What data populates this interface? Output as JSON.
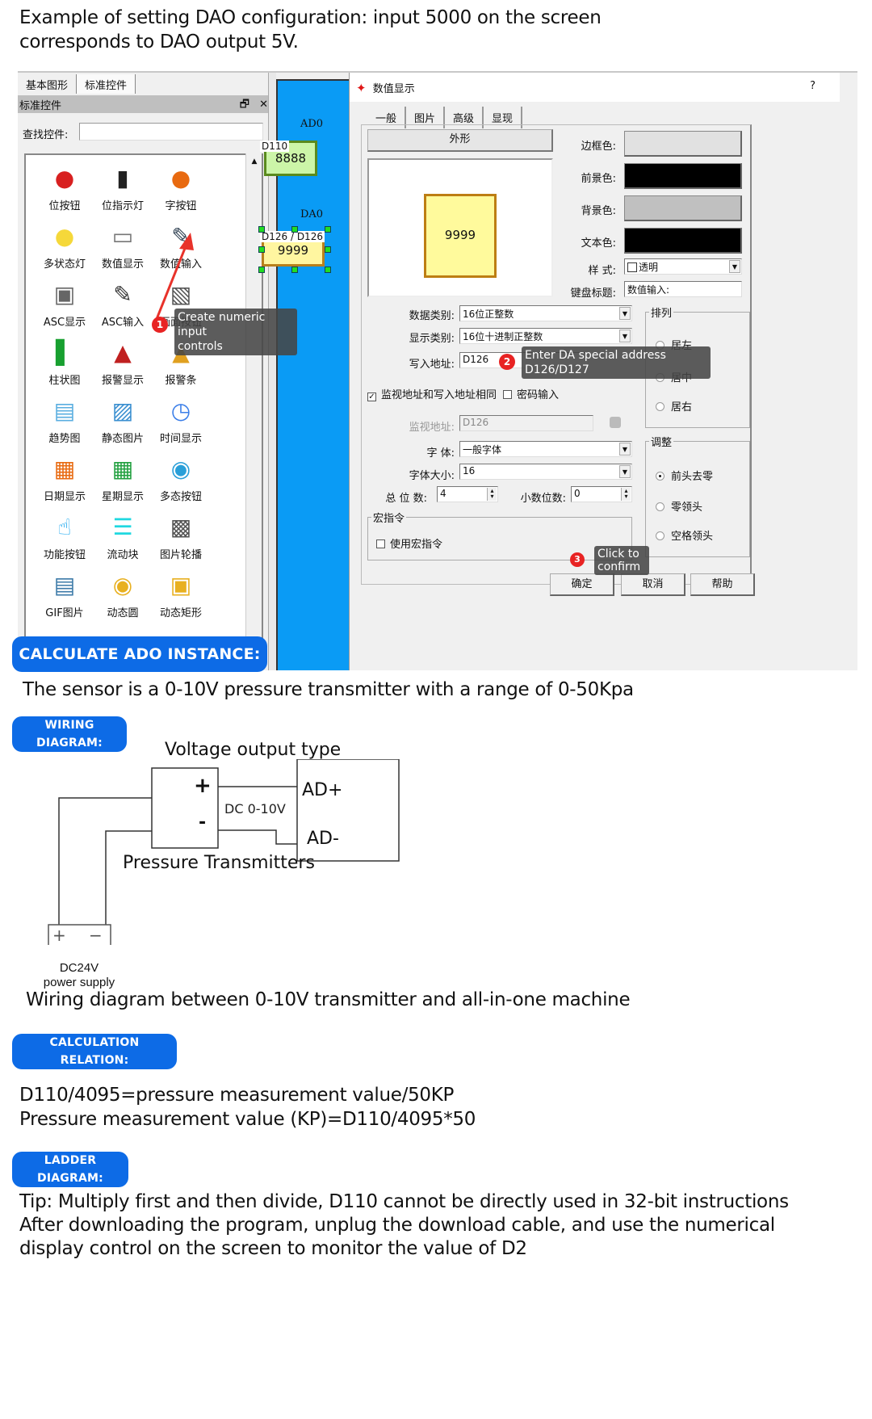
{
  "intro": {
    "line1": "Example of setting DAO configuration: input 5000 on the screen",
    "line2": "corresponds to DAO output 5V."
  },
  "software": {
    "panel_tabs": [
      "基本图形",
      "标准控件"
    ],
    "panel_title": "标准控件",
    "panel_controls": "🗗 ✕",
    "search_label": "查找控件:",
    "search_value": "",
    "scroll_up": "▲",
    "controls": [
      {
        "label": "位按钮",
        "icon": "red-button-icon"
      },
      {
        "label": "位指示灯",
        "icon": "traffic-light-icon"
      },
      {
        "label": "字按钮",
        "icon": "orange-button-icon"
      },
      {
        "label": "多状态灯",
        "icon": "light-bulb-icon"
      },
      {
        "label": "数值显示",
        "icon": "numeric-display-icon"
      },
      {
        "label": "数值输入",
        "icon": "numeric-input-icon"
      },
      {
        "label": "ASC显示",
        "icon": "ascii-monitor-icon"
      },
      {
        "label": "ASC输入",
        "icon": "ascii-pen-icon"
      },
      {
        "label": "画面按钮",
        "icon": "screen-button-icon"
      },
      {
        "label": "柱状图",
        "icon": "bar-chart-icon"
      },
      {
        "label": "报警显示",
        "icon": "alarm-light-icon"
      },
      {
        "label": "报警条",
        "icon": "warning-triangle-icon"
      },
      {
        "label": "趋势图",
        "icon": "trend-chart-icon"
      },
      {
        "label": "静态图片",
        "icon": "picture-icon"
      },
      {
        "label": "时间显示",
        "icon": "clock-icon"
      },
      {
        "label": "日期显示",
        "icon": "calendar-24-icon"
      },
      {
        "label": "星期显示",
        "icon": "calendar-7-icon"
      },
      {
        "label": "多态按钮",
        "icon": "multistate-button-icon"
      },
      {
        "label": "功能按钮",
        "icon": "hand-pointer-icon"
      },
      {
        "label": "流动块",
        "icon": "flow-block-icon"
      },
      {
        "label": "图片轮播",
        "icon": "slideshow-icon"
      },
      {
        "label": "GIF图片",
        "icon": "gif-file-icon"
      },
      {
        "label": "动态圆",
        "icon": "dynamic-circle-icon"
      },
      {
        "label": "动态矩形",
        "icon": "dynamic-rect-icon"
      }
    ],
    "canvas": {
      "ado_label": "AD0",
      "ado_tag": "D110",
      "ado_value": "8888",
      "dao_label": "DA0",
      "dao_tag": "D126 / D126",
      "dao_value": "9999"
    },
    "dialog": {
      "title": "数值显示",
      "help": "?",
      "tabs": [
        "一般",
        "图片",
        "高级",
        "显现"
      ],
      "shape_button": "外形",
      "preview_value": "9999",
      "border_color_label": "边框色:",
      "fg_color_label": "前景色:",
      "bg_color_label": "背景色:",
      "text_color_label": "文本色:",
      "style_label": "样 式:",
      "style_value": "透明",
      "keyboard_title_label": "键盘标题:",
      "keyboard_title_value": "数值输入:",
      "colors": {
        "border": "#e1e1e1",
        "fg": "#000000",
        "bg": "#c0c0c0",
        "text": "#000000"
      },
      "data_type_label": "数据类别:",
      "data_type_value": "16位正整数",
      "display_type_label": "显示类别:",
      "display_type_value": "16位十进制正整数",
      "write_addr_label": "写入地址:",
      "write_addr_value": "D126",
      "same_addr_label": "监视地址和写入地址相同",
      "same_addr_checked": true,
      "password_label": "密码输入",
      "password_checked": false,
      "monitor_addr_label": "监视地址:",
      "monitor_addr_value": "D126",
      "font_label": "字 体:",
      "font_value": "一般字体",
      "font_size_label": "字体大小:",
      "font_size_value": "16",
      "total_digits_label": "总 位 数:",
      "total_digits_value": "4",
      "decimal_label": "小数位数:",
      "decimal_value": "0",
      "macro_group": "宏指令",
      "macro_checkbox": "使用宏指令",
      "align_group": "排列",
      "align_options": [
        "居左",
        "居中",
        "居右"
      ],
      "adjust_group": "调整",
      "adjust_options": [
        "前头去零",
        "零领头",
        "空格领头"
      ],
      "adjust_selected": 0,
      "ok": "确定",
      "cancel": "取消",
      "helpbtn": "帮助"
    },
    "annotations": [
      {
        "num": "1",
        "text_line1": "Create numeric input",
        "text_line2": "controls"
      },
      {
        "num": "2",
        "text_line1": "Enter DA special address",
        "text_line2": "D126/D127"
      },
      {
        "num": "3",
        "text_line1": "Click to",
        "text_line2": "confirm"
      }
    ]
  },
  "sections": {
    "ado": {
      "heading": "CALCULATE ADO INSTANCE:",
      "text": "The sensor is a 0-10V pressure transmitter with a range of 0-50Kpa"
    },
    "wiring": {
      "heading_line1": "WIRING",
      "heading_line2": "DIAGRAM:",
      "title": "Voltage output type",
      "plus": "+",
      "minus": "-",
      "dc_label": "DC 0-10V",
      "ad_plus": "AD+",
      "ad_minus": "AD-",
      "transmitter_label": "Pressure Transmitters",
      "psu_plus": "+",
      "psu_minus": "−",
      "psu_line1": "DC24V",
      "psu_line2": "power supply",
      "caption": "Wiring diagram between 0-10V transmitter and all-in-one machine"
    },
    "calc": {
      "heading_line1": "CALCULATION",
      "heading_line2": "RELATION:",
      "line1": "D110/4095=pressure measurement value/50KP",
      "line2": "Pressure measurement value (KP)=D110/4095*50"
    },
    "ladder": {
      "heading_line1": "LADDER",
      "heading_line2": "DIAGRAM:",
      "line1": "Tip: Multiply first and then divide, D110 cannot be directly used in 32-bit instructions",
      "line2": "After downloading the program, unplug the download cable, and use the numerical",
      "line3": "display control on the screen to monitor the value of D2"
    }
  }
}
